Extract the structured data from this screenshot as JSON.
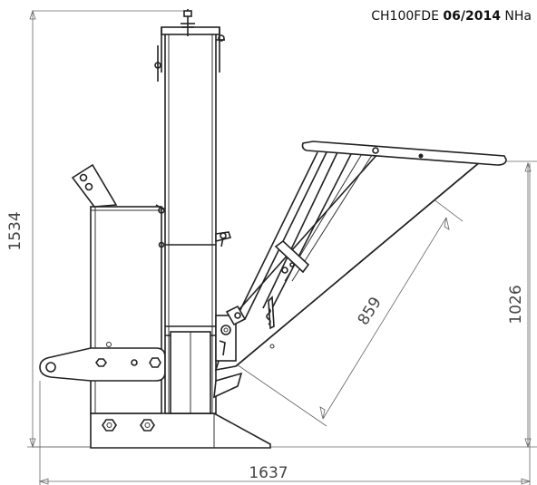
{
  "header": {
    "model": "CH100FDE",
    "date": "06/2014",
    "suffix": "NHa"
  },
  "dimensions": {
    "overall_height": "1534",
    "overall_length": "1637",
    "chute_length": "859",
    "chute_height": "1026"
  },
  "colors": {
    "line": "#222222",
    "dimension": "#666666",
    "text": "#444444"
  }
}
